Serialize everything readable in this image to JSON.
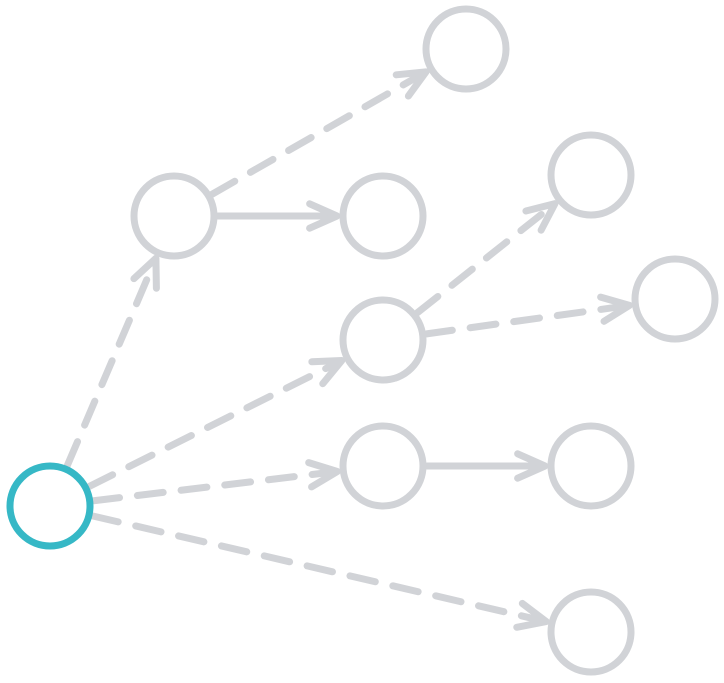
{
  "colors": {
    "root": "#36b8c6",
    "node": "#d1d3d7",
    "edge": "#d1d3d7"
  },
  "graph": {
    "nodes": [
      {
        "id": "root",
        "role": "root"
      },
      {
        "id": "n1",
        "role": "node"
      },
      {
        "id": "n2",
        "role": "node"
      },
      {
        "id": "n3",
        "role": "node"
      },
      {
        "id": "n4",
        "role": "node"
      },
      {
        "id": "n5",
        "role": "node"
      },
      {
        "id": "n6",
        "role": "node"
      },
      {
        "id": "n7",
        "role": "node"
      },
      {
        "id": "n8",
        "role": "node"
      },
      {
        "id": "n9",
        "role": "node"
      },
      {
        "id": "n10",
        "role": "node"
      }
    ],
    "edges": [
      {
        "from": "root",
        "to": "n1",
        "style": "dashed"
      },
      {
        "from": "root",
        "to": "n4",
        "style": "dashed"
      },
      {
        "from": "root",
        "to": "n5",
        "style": "dashed"
      },
      {
        "from": "root",
        "to": "n10",
        "style": "dashed"
      },
      {
        "from": "n1",
        "to": "n2",
        "style": "dashed"
      },
      {
        "from": "n1",
        "to": "n3",
        "style": "solid"
      },
      {
        "from": "n4",
        "to": "n6",
        "style": "dashed"
      },
      {
        "from": "n4",
        "to": "n7",
        "style": "dashed"
      },
      {
        "from": "n5",
        "to": "n8",
        "style": "solid"
      }
    ]
  }
}
